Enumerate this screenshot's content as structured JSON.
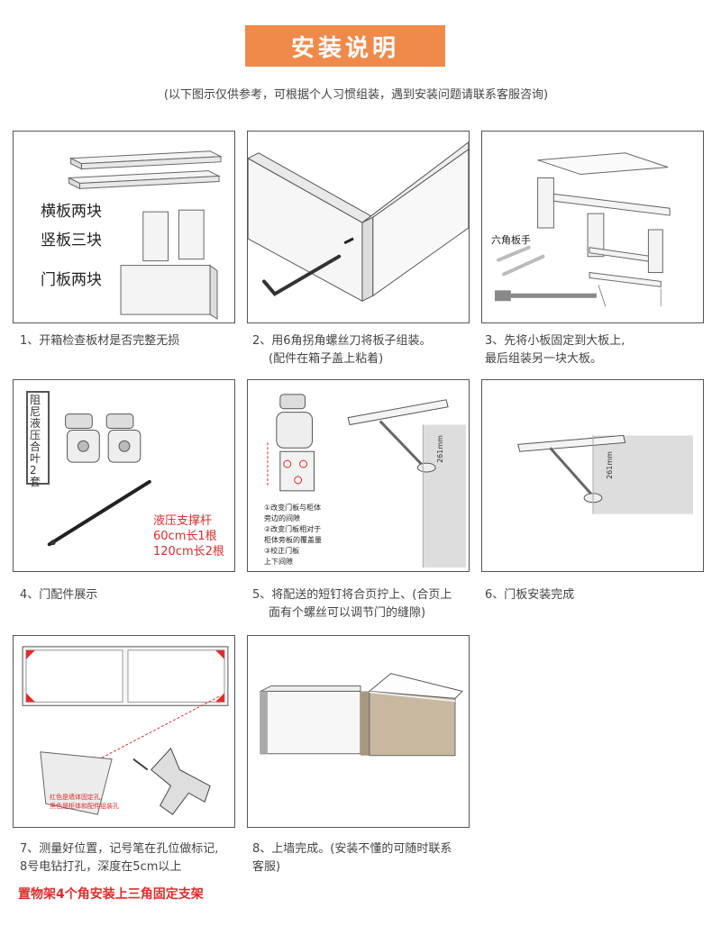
{
  "title": "安装说明",
  "subtitle": "(以下图示仅供参考，可根据个人习惯组装，遇到安装问题请联系客服咨询)",
  "panel1": {
    "labels": [
      "横板两块",
      "竖板三块",
      "门板两块"
    ]
  },
  "panel3": {
    "tool_label": "六角板手"
  },
  "panel4": {
    "vertical_label": "阻尼液压合叶2套",
    "strut_lines": [
      "液压支撑杆",
      "60cm长1根",
      "120cm长2根"
    ]
  },
  "panel5": {
    "notes": [
      "①改变门板与柜体",
      "旁边的间隙",
      "②改变门板相对于",
      "柜体旁板的覆盖量",
      "③校正门板",
      "上下间隙"
    ],
    "dim": "261mm"
  },
  "panel6": {
    "dim": "261mm"
  },
  "panel7": {
    "notes": [
      "红色是墙体固定孔,",
      "黑色是柜体和配件组装孔"
    ]
  },
  "steps": [
    {
      "lines": [
        "1、开箱检查板材是否完整无损"
      ]
    },
    {
      "lines": [
        "2、用6角拐角螺丝刀将板子组装。",
        "(配件在箱子盖上粘着)"
      ]
    },
    {
      "lines": [
        "3、先将小板固定到大板上,",
        "最后组装另一块大板。"
      ]
    },
    {
      "lines": [
        "4、门配件展示"
      ]
    },
    {
      "lines": [
        "5、将配送的短钉将合页拧上、(合页上",
        "面有个螺丝可以调节门的缝隙)"
      ]
    },
    {
      "lines": [
        "6、门板安装完成"
      ]
    },
    {
      "lines": [
        "7、测量好位置，记号笔在孔位做标记,",
        "8号电钻打孔，深度在5cm以上"
      ]
    },
    {
      "lines": [
        "8、上墙完成。(安装不懂的可随时联系",
        "客服)"
      ]
    }
  ],
  "footer_note": "置物架4个角安装上三角固定支架"
}
